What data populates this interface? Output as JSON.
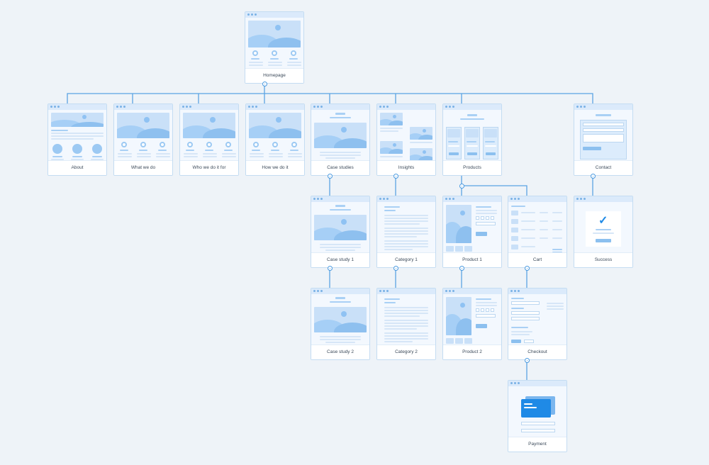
{
  "sitemap": {
    "colors": {
      "line": "#5aa3e3",
      "accent": "#1f8ae6"
    },
    "pages": {
      "homepage": "Homepage",
      "about": "About",
      "what_we_do": "What we do",
      "who_we_do_it_for": "Who we do it for",
      "how_we_do_it": "How we do it",
      "case_studies": "Case studies",
      "insights": "Insights",
      "products": "Products",
      "contact": "Contact",
      "case_study_1": "Case study 1",
      "category_1": "Category 1",
      "product_1": "Product 1",
      "cart": "Cart",
      "success": "Success",
      "case_study_2": "Case study 2",
      "category_2": "Category 2",
      "product_2": "Product 2",
      "checkout": "Checkout",
      "payment": "Payment"
    }
  }
}
